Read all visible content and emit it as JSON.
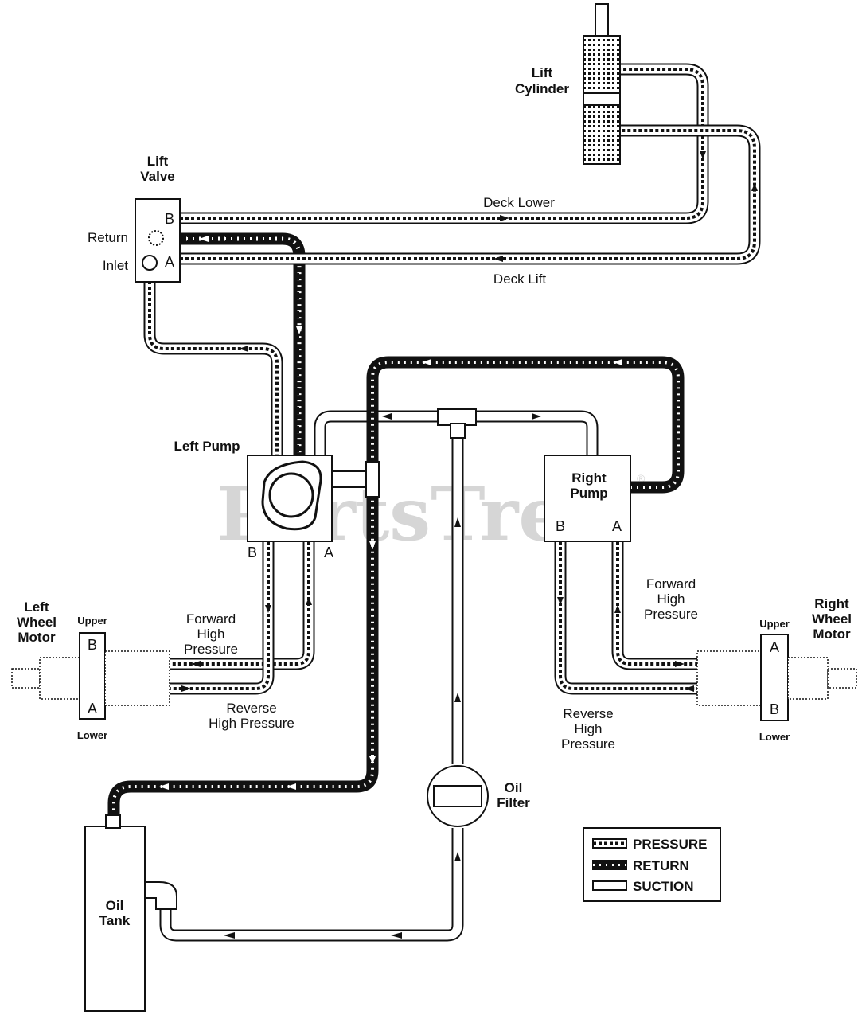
{
  "watermark": {
    "text": "PartsTree",
    "mark": "®"
  },
  "components": {
    "lift_cylinder": {
      "line1": "Lift",
      "line2": "Cylinder"
    },
    "lift_valve": {
      "line1": "Lift",
      "line2": "Valve",
      "port_b": "B",
      "port_a": "A",
      "return_label": "Return",
      "inlet_label": "Inlet"
    },
    "left_pump": {
      "label": "Left Pump",
      "port_b": "B",
      "port_a": "A"
    },
    "right_pump": {
      "line1": "Right",
      "line2": "Pump",
      "port_b": "B",
      "port_a": "A"
    },
    "left_wheel_motor": {
      "line1": "Left",
      "line2": "Wheel",
      "line3": "Motor",
      "upper": "Upper",
      "lower": "Lower",
      "port_b": "B",
      "port_a": "A"
    },
    "right_wheel_motor": {
      "line1": "Right",
      "line2": "Wheel",
      "line3": "Motor",
      "upper": "Upper",
      "lower": "Lower",
      "port_a": "A",
      "port_b": "B"
    },
    "oil_filter": {
      "line1": "Oil",
      "line2": "Filter"
    },
    "oil_tank": {
      "line1": "Oil",
      "line2": "Tank"
    }
  },
  "line_labels": {
    "deck_lower": "Deck Lower",
    "deck_lift": "Deck Lift",
    "left_forward": {
      "line1": "Forward",
      "line2": "High",
      "line3": "Pressure"
    },
    "left_reverse": {
      "line1": "Reverse",
      "line2": "High Pressure"
    },
    "right_forward": {
      "line1": "Forward",
      "line2": "High",
      "line3": "Pressure"
    },
    "right_reverse": {
      "line1": "Reverse",
      "line2": "High",
      "line3": "Pressure"
    }
  },
  "legend": {
    "items": [
      {
        "type": "pressure",
        "label": "PRESSURE"
      },
      {
        "type": "return",
        "label": "RETURN"
      },
      {
        "type": "suction",
        "label": "SUCTION"
      }
    ]
  },
  "colors": {
    "line": "#111111",
    "pressure_fill": "#ffffff",
    "return_fill": "#111111",
    "suction_fill": "#ffffff",
    "watermark": "#d6d6d6"
  }
}
